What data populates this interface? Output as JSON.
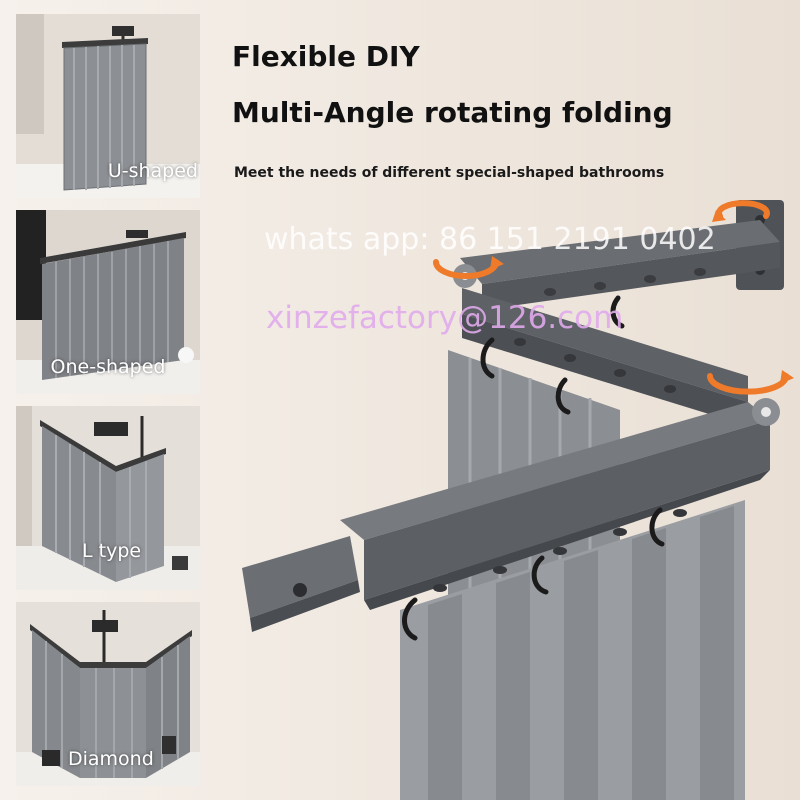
{
  "headline": {
    "line1": "Flexible DIY",
    "line2": "Multi-Angle rotating folding",
    "subtitle": "Meet the needs of different special-shaped bathrooms"
  },
  "thumbnails": [
    {
      "label": "U-shaped"
    },
    {
      "label": "One-shaped"
    },
    {
      "label": "L type"
    },
    {
      "label": "Diamond"
    }
  ],
  "watermark": {
    "phone": "whats app: 86 151 2191 0402",
    "email": "xinzefactory@126.com"
  },
  "colors": {
    "rail": "#5a5d62",
    "curtain": "#8f9296",
    "rotate_arrow": "#ee7a2a",
    "background": "#f3ece5"
  }
}
